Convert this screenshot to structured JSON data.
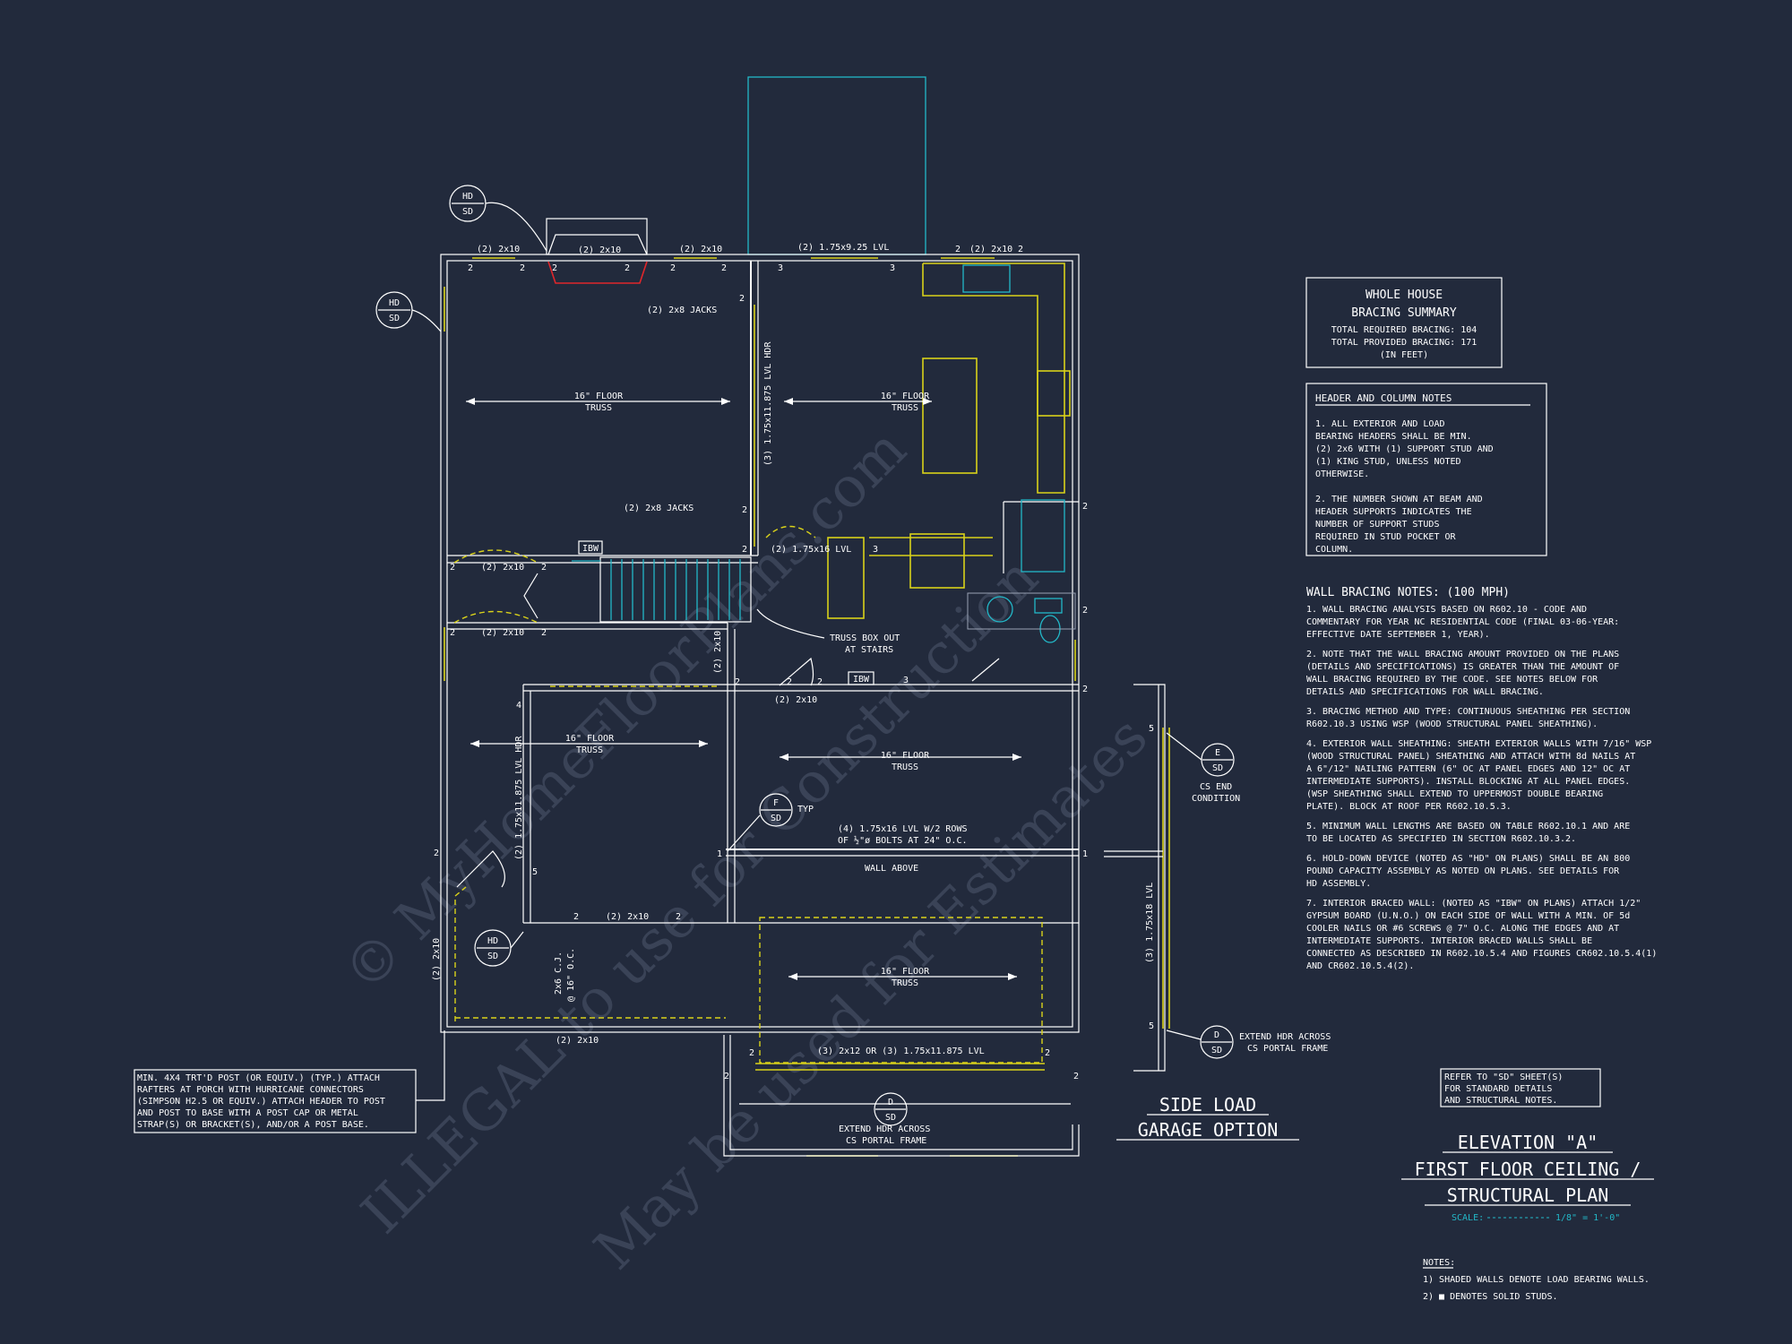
{
  "watermark": {
    "line1": "© MyHomeFloorPlans.com",
    "line2": "ILLEGAL to use for Construction",
    "line3": "May be used for Estimates"
  },
  "plan_labels": {
    "hd": "HD",
    "sd": "SD",
    "ibw": "IBW",
    "typ": "TYP",
    "header_top_left_1": "(2) 2x10",
    "header_top_left_2": "(2) 2x10",
    "header_top_left_3": "(2) 2x10",
    "header_top_lvl": "(2) 1.75x9.25 LVL",
    "header_top_right": "(2) 2x10",
    "jacks_1": "(2) 2x8 JACKS",
    "jacks_2": "(2) 2x8 JACKS",
    "vert_hdr_1": "(3) 1.75x11.875 LVL HDR",
    "vert_hdr_2": "(2) 1.75x11.875 LVL HDR",
    "floor_truss": "16\" FLOOR",
    "truss_word": "TRUSS",
    "hall_hdr_1": "(2) 2x10",
    "hall_hdr_2": "(2) 2x10",
    "lvl_1_75x16": "(2) 1.75x16 LVL",
    "truss_box_1": "TRUSS BOX OUT",
    "truss_box_2": "AT STAIRS",
    "vert_2x10": "(2) 2x10",
    "hdr_2x10_mid": "(2) 2x10",
    "lvl_rows_1": "(4) 1.75x16 LVL W/2 ROWS",
    "lvl_rows_2": "OF ½\"ø BOLTS AT 24\" O.C.",
    "wall_above": "WALL ABOVE",
    "hdr_bottom_2x10": "(2) 2x10",
    "hdr_bottom_left": "(2) 2x10",
    "cj_label": "2x6 C.J.",
    "cj_label_2": "@ 16\" O.C.",
    "garage_hdr": "(3) 2x12 OR (3) 1.75x11.875 LVL",
    "extend_hdr_1": "EXTEND HDR ACROSS",
    "extend_hdr_2": "CS PORTAL FRAME",
    "cs_end_1": "CS END",
    "cs_end_2": "CONDITION",
    "side_lvl": "(3) 1.75x18 LVL",
    "callout_d": "D",
    "callout_e": "E",
    "callout_f": "F"
  },
  "numbers": [
    "2",
    "3",
    "4",
    "5",
    "1"
  ],
  "post_note": {
    "lines": [
      "MIN. 4X4 TRT'D POST (OR EQUIV.) (TYP.) ATTACH",
      "RAFTERS AT PORCH WITH HURRICANE CONNECTORS",
      "(SIMPSON H2.5 OR EQUIV.) ATTACH HEADER TO POST",
      "AND POST TO BASE WITH A POST CAP OR METAL",
      "STRAP(S) OR BRACKET(S), AND/OR A POST BASE."
    ]
  },
  "bracing_summary": {
    "title_1": "WHOLE HOUSE",
    "title_2": "BRACING SUMMARY",
    "required": "TOTAL REQUIRED BRACING: 104",
    "provided": "TOTAL PROVIDED BRACING: 171",
    "units": "(IN FEET)"
  },
  "header_notes": {
    "title": "HEADER AND COLUMN NOTES",
    "lines": [
      "1. ALL EXTERIOR AND LOAD",
      "BEARING HEADERS SHALL BE MIN.",
      "(2) 2x6 WITH (1) SUPPORT STUD AND",
      "(1) KING STUD, UNLESS NOTED",
      "OTHERWISE.",
      "",
      "2. THE NUMBER SHOWN AT BEAM AND",
      "HEADER SUPPORTS INDICATES THE",
      "NUMBER OF SUPPORT STUDS",
      "REQUIRED IN STUD POCKET OR",
      "COLUMN."
    ]
  },
  "wall_bracing": {
    "title": "WALL BRACING NOTES: (100 MPH)",
    "lines": [
      "1. WALL BRACING ANALYSIS BASED ON R602.10 - CODE AND",
      "COMMENTARY FOR YEAR NC RESIDENTIAL CODE (FINAL 03-06-YEAR:",
      "EFFECTIVE DATE SEPTEMBER 1, YEAR).",
      "",
      "2. NOTE THAT THE WALL BRACING AMOUNT PROVIDED ON THE PLANS",
      "(DETAILS AND SPECIFICATIONS) IS GREATER THAN THE AMOUNT OF",
      "WALL BRACING REQUIRED BY THE CODE. SEE NOTES BELOW FOR",
      "DETAILS AND SPECIFICATIONS FOR WALL BRACING.",
      "",
      "3. BRACING METHOD AND TYPE: CONTINUOUS SHEATHING PER SECTION",
      "R602.10.3 USING WSP (WOOD STRUCTURAL PANEL SHEATHING).",
      "",
      "4. EXTERIOR WALL SHEATHING: SHEATH EXTERIOR WALLS WITH 7/16\" WSP",
      "(WOOD STRUCTURAL PANEL) SHEATHING AND ATTACH WITH 8d NAILS AT",
      "A 6\"/12\" NAILING PATTERN (6\" OC AT PANEL EDGES AND 12\" OC AT",
      "INTERMEDIATE SUPPORTS). INSTALL BLOCKING AT ALL PANEL EDGES.",
      "(WSP SHEATHING SHALL EXTEND TO UPPERMOST DOUBLE BEARING",
      "PLATE). BLOCK AT ROOF PER R602.10.5.3.",
      "",
      "5. MINIMUM WALL LENGTHS ARE BASED ON TABLE R602.10.1 AND ARE",
      "TO BE LOCATED AS SPECIFIED IN SECTION R602.10.3.2.",
      "",
      "6. HOLD-DOWN DEVICE (NOTED AS \"HD\" ON PLANS) SHALL BE AN 800",
      "POUND CAPACITY ASSEMBLY AS NOTED ON PLANS. SEE DETAILS FOR",
      "HD ASSEMBLY.",
      "",
      "7. INTERIOR BRACED WALL: (NOTED AS \"IBW\" ON PLANS) ATTACH 1/2\"",
      "GYPSUM BOARD (U.N.O.) ON EACH SIDE OF WALL WITH A MIN. OF 5d",
      "COOLER NAILS OR #6 SCREWS @ 7\" O.C. ALONG THE EDGES AND AT",
      "INTERMEDIATE SUPPORTS.  INTERIOR BRACED WALLS SHALL BE",
      "CONNECTED AS DESCRIBED IN R602.10.5.4 AND FIGURES CR602.10.5.4(1)",
      "AND CR602.10.5.4(2)."
    ]
  },
  "refer_note": {
    "lines": [
      "REFER TO \"SD\" SHEET(S)",
      "FOR STANDARD DETAILS",
      "AND STRUCTURAL NOTES."
    ]
  },
  "side_load": {
    "line1": "SIDE LOAD",
    "line2": "GARAGE OPTION"
  },
  "sheet_title": {
    "line1": "ELEVATION \"A\"",
    "line2": "FIRST FLOOR CEILING /",
    "line3": "STRUCTURAL PLAN",
    "scale_label": "SCALE:",
    "scale_value": "1/8\" = 1'-0\""
  },
  "notes": {
    "title": "NOTES:",
    "line1": "1) SHADED WALLS DENOTE LOAD BEARING WALLS.",
    "line2": "2) ■ DENOTES SOLID STUDS."
  },
  "colors": {
    "background": "#222a3c",
    "lines": "#ffffff",
    "load_bearing": "#d9d21a",
    "cyan": "#22b8c8",
    "red": "#e0262b"
  }
}
